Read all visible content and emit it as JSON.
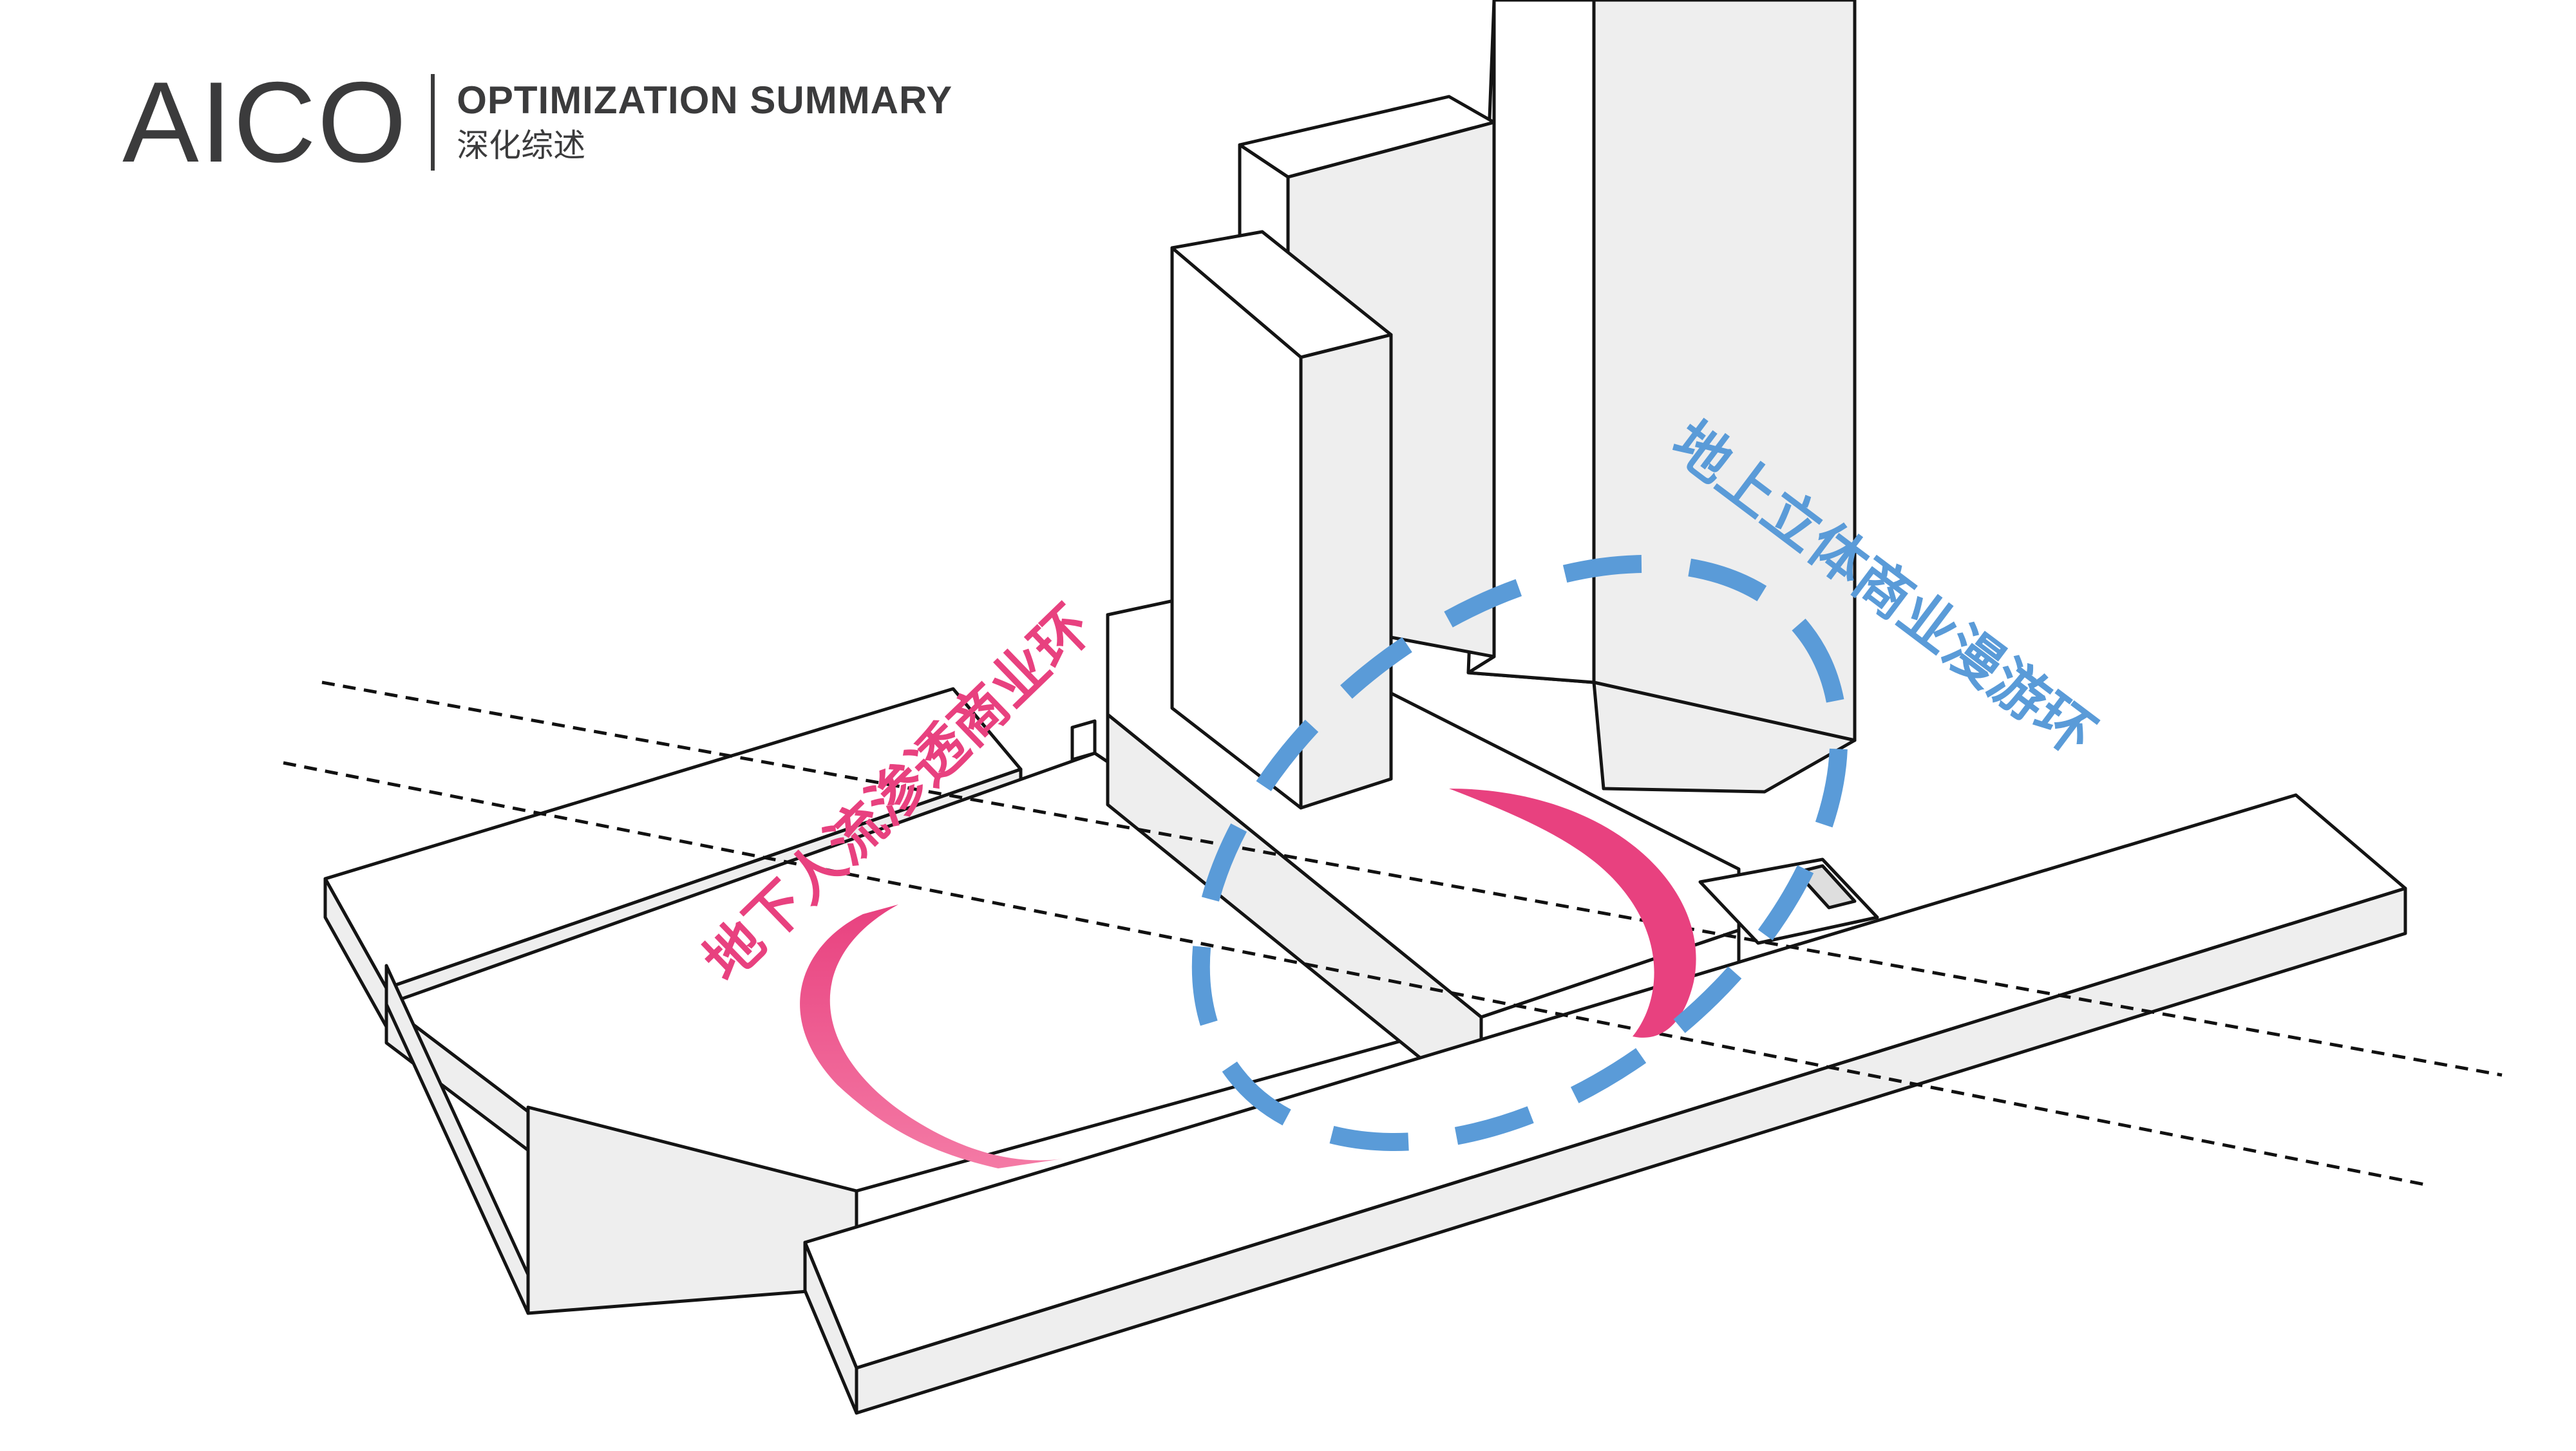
{
  "header": {
    "logo": "AICO",
    "title": "OPTIMIZATION SUMMARY",
    "subtitle": "深化综述"
  },
  "diagram": {
    "underground_loop_label": "地下人流渗透商业环",
    "aboveground_loop_label": "地上立体商业漫游环"
  },
  "colors": {
    "underground_loop": "#e8417f",
    "aboveground_loop": "#5a9bd8",
    "header_text": "#3b3b3c"
  }
}
